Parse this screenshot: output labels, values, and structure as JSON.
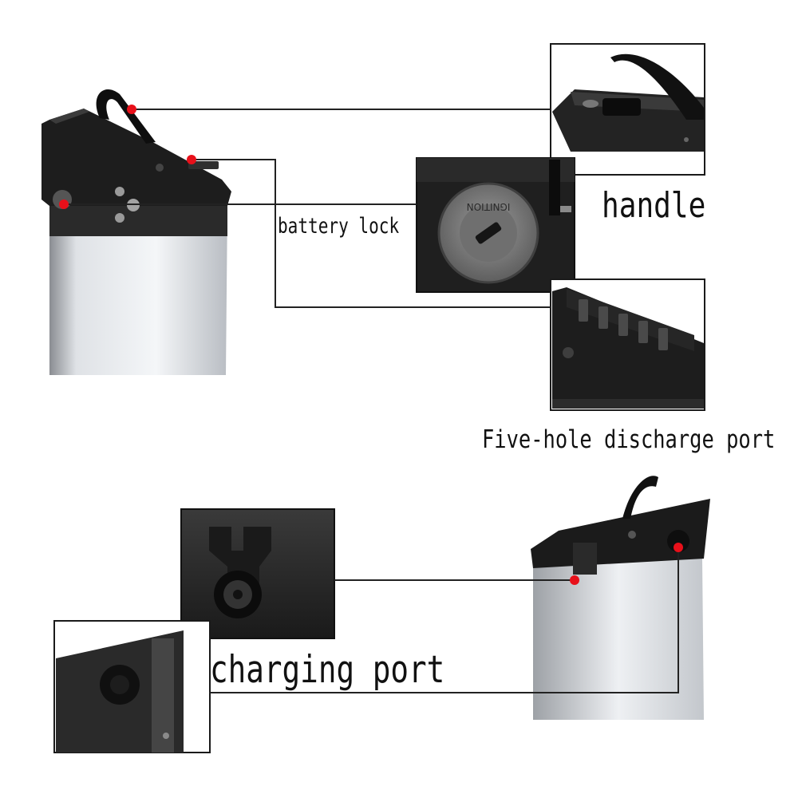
{
  "labels": {
    "handle": "handle",
    "battery_lock": "battery lock",
    "discharge_port": "Five-hole discharge port",
    "charging_port": "charging port"
  },
  "colors": {
    "marker_dot": "#e8101a",
    "leader_line": "#222222",
    "battery_shell": "#1c1c1c",
    "battery_body": "#e6e8ec"
  },
  "photo_texts": {
    "lock_face": "IGNITION"
  }
}
